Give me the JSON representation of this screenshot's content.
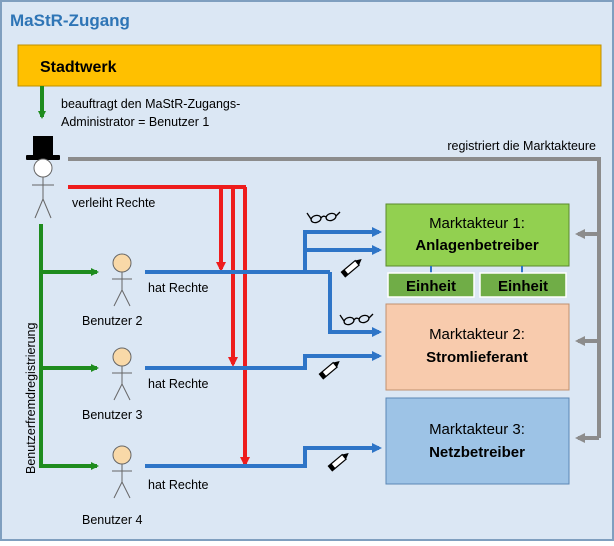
{
  "title": "MaStR-Zugang",
  "stadtwerk": "Stadtwerk",
  "beauftragt_line1": "beauftragt den MaStR-Zugangs-",
  "beauftragt_line2": "Administrator = Benutzer 1",
  "registriert": "registriert die Marktakteure",
  "verleiht": "verleiht Rechte",
  "vertical_label": "Benutzerfremdregistrierung",
  "users": [
    {
      "name": "Benutzer 2",
      "rights": "hat Rechte"
    },
    {
      "name": "Benutzer 3",
      "rights": "hat Rechte"
    },
    {
      "name": "Benutzer 4",
      "rights": "hat Rechte"
    }
  ],
  "akteure": [
    {
      "line1": "Marktakteur 1:",
      "line2": "Anlagenbetreiber"
    },
    {
      "line1": "Marktakteur 2:",
      "line2": "Stromlieferant"
    },
    {
      "line1": "Marktakteur 3:",
      "line2": "Netzbetreiber"
    }
  ],
  "einheiten": [
    "Einheit",
    "Einheit"
  ],
  "colors": {
    "background": "#dbe7f4",
    "title": "#2e75b6",
    "stadtwerk": "#ffc000",
    "green": "#1e8c1e",
    "red": "#ee1c1c",
    "blue": "#2e75c7",
    "gray": "#8c8c8c",
    "akteur1": "#92d050",
    "akteur2": "#f8cbad",
    "akteur3": "#9dc3e6",
    "einheit": "#70ad47",
    "person": "#f9d9a8"
  }
}
